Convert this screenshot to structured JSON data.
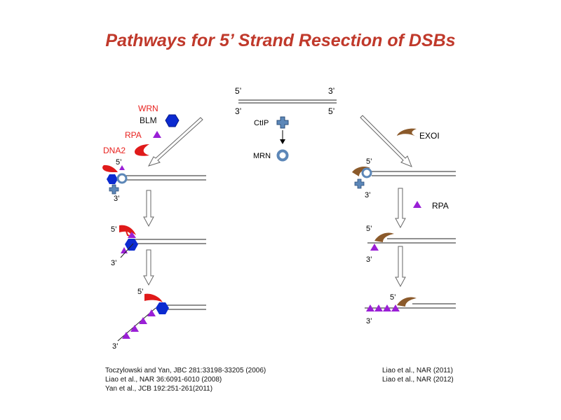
{
  "title": "Pathways for 5’ Strand Resection of DSBs",
  "colors": {
    "title": "#c0392b",
    "protein_label_red": "#e8211e",
    "wrn_blm": "#0b2ad0",
    "rpa": "#9a1fd6",
    "dna2": "#e01a1a",
    "ctip": "#5c87b8",
    "mrn": "#5c87b8",
    "exo1": "#8b5a2b"
  },
  "dna": {
    "top_left_end": "5’",
    "top_right_end": "3’",
    "bottom_left_end": "3’",
    "bottom_right_end": "5’"
  },
  "center": {
    "ctip_label": "CtIP",
    "mrn_label": "MRN"
  },
  "left_pathway": {
    "wrn_label": "WRN",
    "blm_label": "BLM",
    "rpa_label": "RPA",
    "dna2_label": "DNA2",
    "step1_five": "5’",
    "step1_three": "3’",
    "step2_five": "5’",
    "step2_three": "3’",
    "step3_five": "5’",
    "step3_three": "3’"
  },
  "right_pathway": {
    "exo1_label": "EXOI",
    "rpa_label": "RPA",
    "step1_five": "5’",
    "step1_three": "3’",
    "step2_five": "5’",
    "step2_three": "3’",
    "step3_five": "5’",
    "step3_three": "3’"
  },
  "references_left": [
    "Toczylowski and Yan, JBC 281:33198-33205  (2006)",
    "Liao et al., NAR 36:6091-6010  (2008)",
    "Yan et al., JCB 192:251-261(2011)"
  ],
  "references_right": [
    "Liao et al., NAR (2011)",
    "Liao et al., NAR (2012)"
  ]
}
